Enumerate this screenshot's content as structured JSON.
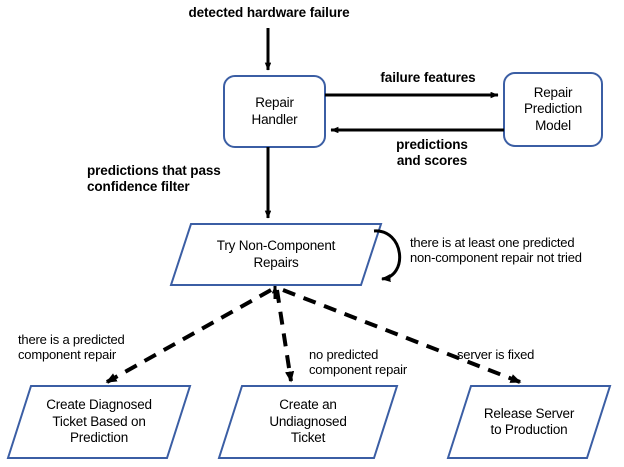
{
  "diagram": {
    "title": "Repair Handler flow diagram",
    "stroke_color": "#3b5ea4",
    "arrow_color": "#000000",
    "background": "#ffffff"
  },
  "nodes": [
    {
      "id": "repair-handler",
      "shape": "rounded-rect",
      "label": "Repair\nHandler"
    },
    {
      "id": "repair-prediction-model",
      "shape": "rounded-rect",
      "label": "Repair\nPrediction\nModel"
    },
    {
      "id": "try-non-component-repairs",
      "shape": "parallelogram",
      "label": "Try Non-Component\nRepairs"
    },
    {
      "id": "create-diagnosed-ticket",
      "shape": "parallelogram",
      "label": "Create Diagnosed\nTicket Based on\nPrediction"
    },
    {
      "id": "create-undiagnosed-ticket",
      "shape": "parallelogram",
      "label": "Create an\nUndiagnosed\nTicket"
    },
    {
      "id": "release-server",
      "shape": "parallelogram",
      "label": "Release Server\nto Production"
    }
  ],
  "edge_labels": {
    "detected_hardware_failure": "detected hardware failure",
    "failure_features": "failure features",
    "predictions_and_scores": "predictions\nand scores",
    "predictions_that_pass": "predictions that pass\nconfidence filter",
    "self_loop": "there is at least one predicted\nnon-component repair not tried",
    "left_branch": "there is a predicted\ncomponent repair",
    "middle_branch": "no predicted\ncomponent repair",
    "right_branch": "server is fixed"
  }
}
